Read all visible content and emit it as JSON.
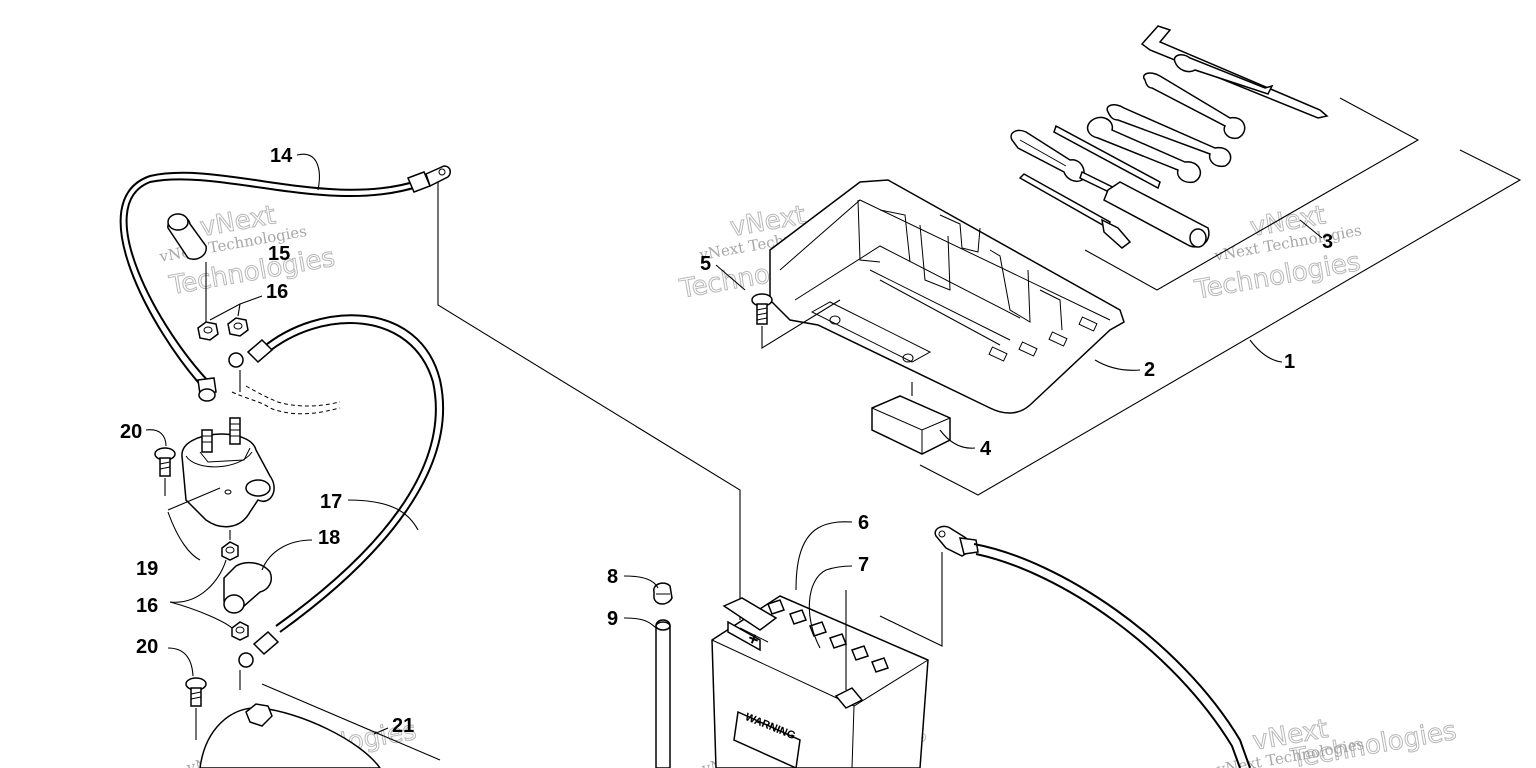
{
  "watermark": {
    "line1": "vNext Technologies",
    "line2": "vNext",
    "line3": "Technologies"
  },
  "callouts": [
    {
      "id": "c1",
      "text": "1"
    },
    {
      "id": "c2",
      "text": "2"
    },
    {
      "id": "c3",
      "text": "3"
    },
    {
      "id": "c4",
      "text": "4"
    },
    {
      "id": "c5",
      "text": "5"
    },
    {
      "id": "c6",
      "text": "6"
    },
    {
      "id": "c7",
      "text": "7"
    },
    {
      "id": "c8",
      "text": "8"
    },
    {
      "id": "c9",
      "text": "9"
    },
    {
      "id": "c14",
      "text": "14"
    },
    {
      "id": "c15",
      "text": "15"
    },
    {
      "id": "c16a",
      "text": "16"
    },
    {
      "id": "c16b",
      "text": "16"
    },
    {
      "id": "c17",
      "text": "17"
    },
    {
      "id": "c18",
      "text": "18"
    },
    {
      "id": "c19",
      "text": "19"
    },
    {
      "id": "c20a",
      "text": "20"
    },
    {
      "id": "c20b",
      "text": "20"
    },
    {
      "id": "c21",
      "text": "21"
    }
  ],
  "battery": {
    "plus_sign": "+",
    "warning_label": "WARNING"
  }
}
